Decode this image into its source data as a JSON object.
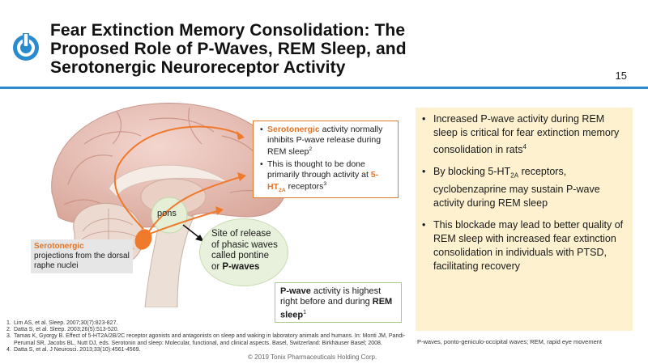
{
  "title_lines": [
    "Fear Extinction Memory Consolidation: The",
    "Proposed Role of P-Waves, REM Sleep, and",
    "Serotonergic Neuroreceptor Activity"
  ],
  "page_number": "15",
  "colors": {
    "accent_blue": "#2a8ccf",
    "orange": "#e0762a",
    "green": "#a9c98a",
    "panel": "#fdf1d0"
  },
  "serotonergic_callout": {
    "b1_orange": "Serotonergic",
    "b1_text": " activity normally inhibits P-wave release during REM sleep",
    "b1_sup": "2",
    "b2_text": "This is thought to be done primarily through activity at ",
    "b2_orange": "5-HT",
    "b2_orange_sub": "2A",
    "b2_tail": " receptors",
    "b2_sup": "3"
  },
  "pons_label": "pons",
  "site_circle": {
    "lines": [
      "Site of release",
      "of phasic waves",
      "called pontine",
      "or "
    ],
    "bold": "P-waves"
  },
  "serotonergic_projection": {
    "orange": "Serotonergic",
    "text": "projections from the dorsal raphe nuclei"
  },
  "pwave_box": {
    "bold1": "P-wave",
    "text1": " activity is highest right before and during ",
    "bold2": "REM sleep",
    "sup": "1"
  },
  "references": [
    {
      "n": "1.",
      "text": "Lim AS, et al. Sleep. 2007;30(7):823-827."
    },
    {
      "n": "2.",
      "text": "Datta S, et al. Sleep. 2003;26(5):513-520."
    },
    {
      "n": "3.",
      "text": "Tamas K, Gyorgy B. Effect of 5-HT2A/2B/2C receptor agonists and antagonists on sleep and waking in laboratory animals and humans. In: Monti JM, Pandi-Perumal SR, Jacobs BL, Nutt DJ, eds. Serotonin and sleep: Molecular, functional, and clinical aspects. Basel, Switzerland: Birkhäuser Basel; 2008."
    },
    {
      "n": "4.",
      "text": "Datta S, et al. J Neurosci. 2013;33(10):4561-4569."
    }
  ],
  "copyright": "© 2019 Tonix Pharmaceuticals Holding Corp.",
  "right_panel": {
    "b1": "Increased P-wave activity during REM sleep is critical for fear extinction memory consolidation in rats",
    "b1_sup": "4",
    "b2_pre": "By blocking 5-HT",
    "b2_sub": "2A",
    "b2_post": " receptors, cyclobenzaprine may sustain P-wave activity during REM sleep",
    "b3": "This blockade may lead to better quality of REM sleep with increased fear extinction consolidation in individuals with PTSD, facilitating recovery"
  },
  "abbreviations": "P-waves, ponto-geniculo-occipital waves; REM, rapid eye movement"
}
